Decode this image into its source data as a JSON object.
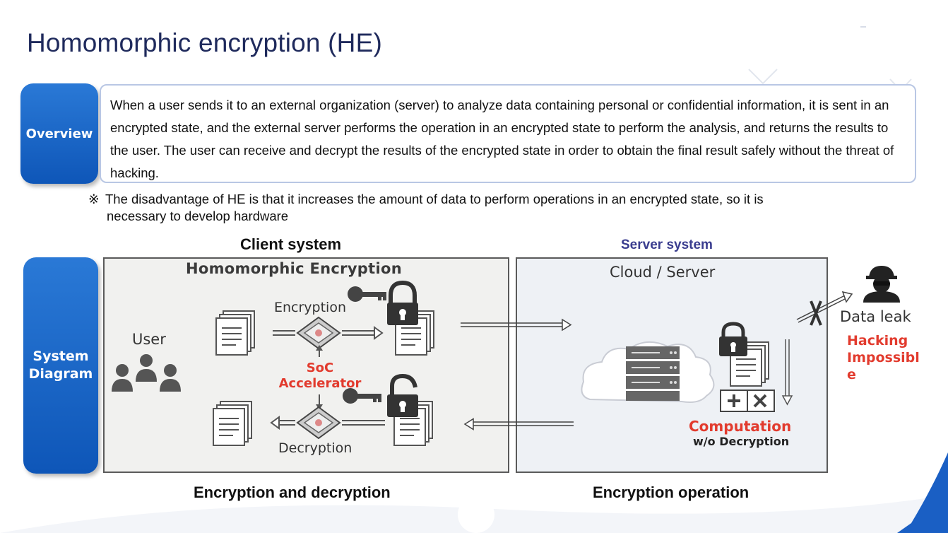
{
  "title": "Homomorphic encryption (HE)",
  "tabs": {
    "overview": "Overview",
    "system_line1": "System",
    "system_line2": "Diagram"
  },
  "overview_text": "When a user sends it to an external organization (server) to analyze data containing personal or confidential information, it is sent in an encrypted state, and the external server performs the operation in an encrypted state to perform the analysis, and returns the results to the user. The user can receive and decrypt the results of the encrypted state in order to obtain the final result safely without the threat of hacking.",
  "note": {
    "symbol": "※",
    "line1": "The disadvantage of HE is that it increases the amount of data to perform operations in an encrypted state, so it is",
    "line2": "necessary to develop hardware"
  },
  "labels": {
    "client_system": "Client system",
    "server_system": "Server system",
    "encryption_and_decryption": "Encryption and decryption",
    "encryption_operation": "Encryption operation"
  },
  "diagram": {
    "he_title": "Homomorphic Encryption",
    "encryption": "Encryption",
    "decryption": "Decryption",
    "user": "User",
    "soc_line1": "SoC",
    "soc_line2": "Accelerator",
    "cloud_server": "Cloud / Server",
    "data_leak": "Data leak",
    "hacking_line1": "Hacking",
    "hacking_line2": "Impossibl",
    "hacking_line3": "e",
    "computation": "Computation",
    "computation_sub": "w/o Decryption"
  },
  "colors": {
    "accent_blue": "#0e56b8",
    "title_navy": "#1f2a5c",
    "alert_red": "#e23b2e",
    "server_label": "#3a3d8f"
  }
}
